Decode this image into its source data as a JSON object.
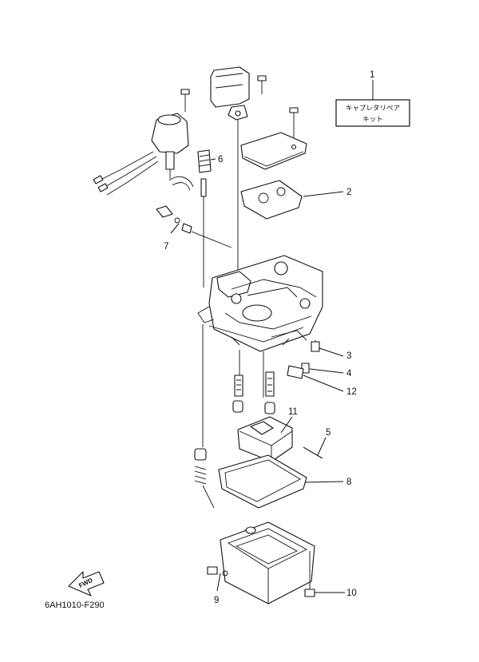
{
  "callouts": [
    {
      "num": "1"
    },
    {
      "num": "2"
    },
    {
      "num": "3"
    },
    {
      "num": "4"
    },
    {
      "num": "5"
    },
    {
      "num": "6"
    },
    {
      "num": "7"
    },
    {
      "num": "8"
    },
    {
      "num": "9"
    },
    {
      "num": "10"
    },
    {
      "num": "11"
    },
    {
      "num": "12"
    }
  ],
  "kit_box": {
    "line1": "キャブレタリペア",
    "line2": "キット"
  },
  "fwd_label": "FWD",
  "diagram_code": "6AH1010-F290"
}
